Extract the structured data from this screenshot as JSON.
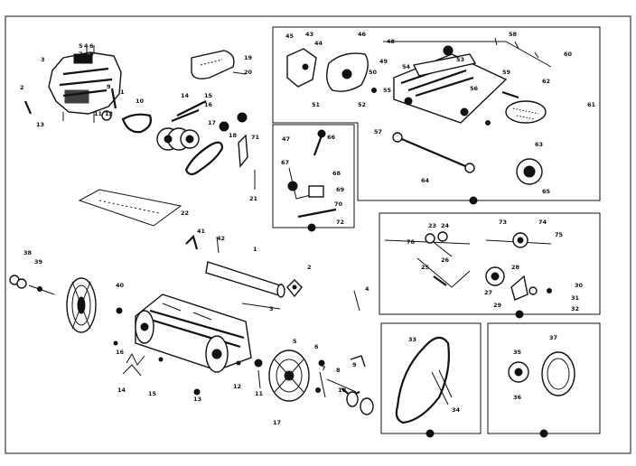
{
  "diagram": {
    "callouts": {
      "c1": "1",
      "c2": "2",
      "c3": "3",
      "c4": "4",
      "c5": "5",
      "c6": "6",
      "c7": "7",
      "c8": "8",
      "c9": "9",
      "c10": "10",
      "c11": "11",
      "c12": "12",
      "c13": "13",
      "c14": "14",
      "c15": "15",
      "c16": "16",
      "c17": "17",
      "c18": "18",
      "c19": "19",
      "c20": "20",
      "c21": "21",
      "c22": "22",
      "c23": "23",
      "c24": "24",
      "c25": "25",
      "c26": "26",
      "c27": "27",
      "c28": "28",
      "c29": "29",
      "c30": "30",
      "c31": "31",
      "c32": "32",
      "c33": "33",
      "c34": "34",
      "c35": "35",
      "c36": "36",
      "c37": "37",
      "c38": "38",
      "c39": "39",
      "c40": "40",
      "c41": "41",
      "c42": "42",
      "c43": "43",
      "c44": "44",
      "c45": "45",
      "c46": "46",
      "c47": "47",
      "c48": "48",
      "c49": "49",
      "c50": "50",
      "c51": "51",
      "c52": "52",
      "c53": "53",
      "c54": "54",
      "c55": "55",
      "c56": "56",
      "c57": "57",
      "c58": "58",
      "c59": "59",
      "c60": "60",
      "c61": "61",
      "c62": "62",
      "c63": "63",
      "c64": "64",
      "c65": "65",
      "c66": "66",
      "c67": "67",
      "c68": "68",
      "c69": "69",
      "c70": "70",
      "c71": "71",
      "c72": "72",
      "c73": "73",
      "c74": "74",
      "c75": "75",
      "c76": "76"
    }
  }
}
